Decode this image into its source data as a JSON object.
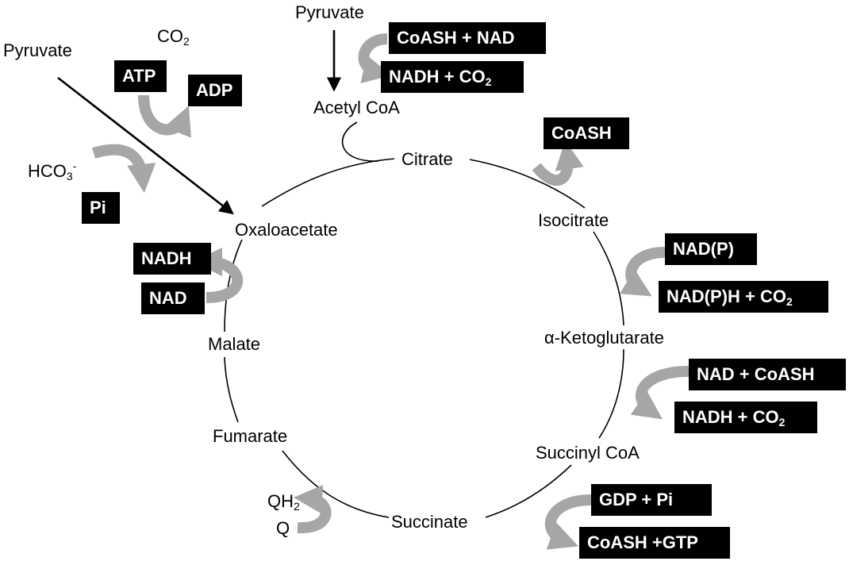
{
  "metabolites": {
    "pyruvate_left": "Pyruvate",
    "pyruvate_top": "Pyruvate",
    "acetyl_coa": "Acetyl CoA",
    "citrate": "Citrate",
    "isocitrate": "Isocitrate",
    "alpha_ketoglutarate": "α-Ketoglutarate",
    "succinyl_coa": "Succinyl CoA",
    "succinate": "Succinate",
    "fumarate": "Fumarate",
    "malate": "Malate",
    "oxaloacetate": "Oxaloacetate"
  },
  "cofactors_plain": {
    "co2_top": {
      "base": "CO",
      "sub": "2"
    },
    "hco3": {
      "base": "HCO",
      "sub": "3",
      "sup": "-"
    },
    "qh2": {
      "base": "QH",
      "sub": "2"
    },
    "q": "Q"
  },
  "boxes": {
    "coash_nad": "CoASH + NAD",
    "nadh_co2_top": {
      "base": "NADH + CO",
      "sub": "2"
    },
    "atp": "ATP",
    "adp": "ADP",
    "pi": "Pi",
    "coash": "CoASH",
    "nadp": "NAD(P)",
    "nadph_co2": {
      "base": "NAD(P)H + CO",
      "sub": "2"
    },
    "nad_coash": "NAD + CoASH",
    "nadh_co2_kg": {
      "base": "NADH + CO",
      "sub": "2"
    },
    "gdp_pi": "GDP + Pi",
    "coash_gtp": "CoASH +GTP",
    "nadh": "NADH",
    "nad": "NAD"
  },
  "colors": {
    "box_bg": "#000000",
    "box_text": "#ffffff",
    "curved_arrow": "#a6a6a6",
    "pathway_line": "#000000"
  }
}
